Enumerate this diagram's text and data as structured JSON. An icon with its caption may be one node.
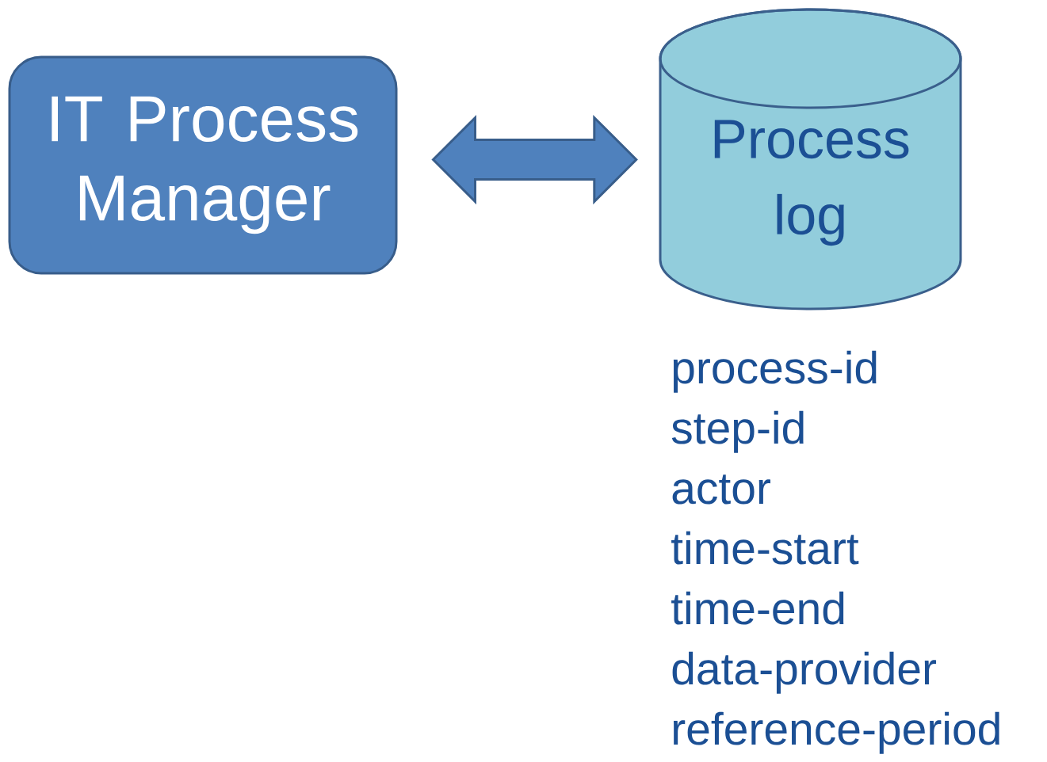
{
  "diagram": {
    "nodes": [
      {
        "text": [
          "IT Process Manager"
        ]
      },
      {
        "text": [
          "Process log"
        ]
      }
    ],
    "edges": [
      {
        "from": 0,
        "to": 1,
        "arrow": "both"
      }
    ],
    "labels": [
      "process-id",
      "step-id",
      "actor",
      "time-start",
      "time-end",
      "data-provider",
      "reference-period"
    ]
  }
}
